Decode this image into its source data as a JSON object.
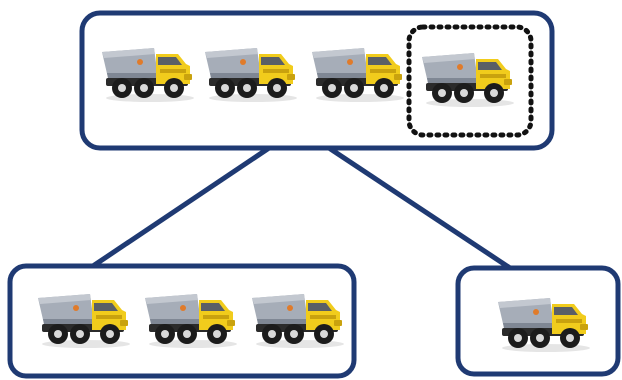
{
  "diagram": {
    "total_group": {
      "truck_count": 4,
      "highlighted_truck_index": 3
    },
    "left_group": {
      "truck_count": 3
    },
    "right_group": {
      "truck_count": 1
    },
    "colors": {
      "frame": "#1f3a73",
      "truck_body": "#f1cc1c",
      "truck_body_shadow": "#c9a20e",
      "dump_bed": "#a6adb8",
      "dump_bed_dark": "#7f8794",
      "chassis": "#2b2b2b",
      "tire": "#1c1c1c",
      "hub": "#d9d9d9",
      "window": "#5a5f66",
      "highlight_dots": "#111111"
    },
    "icons": [
      "toy-dump-truck-icon"
    ]
  }
}
